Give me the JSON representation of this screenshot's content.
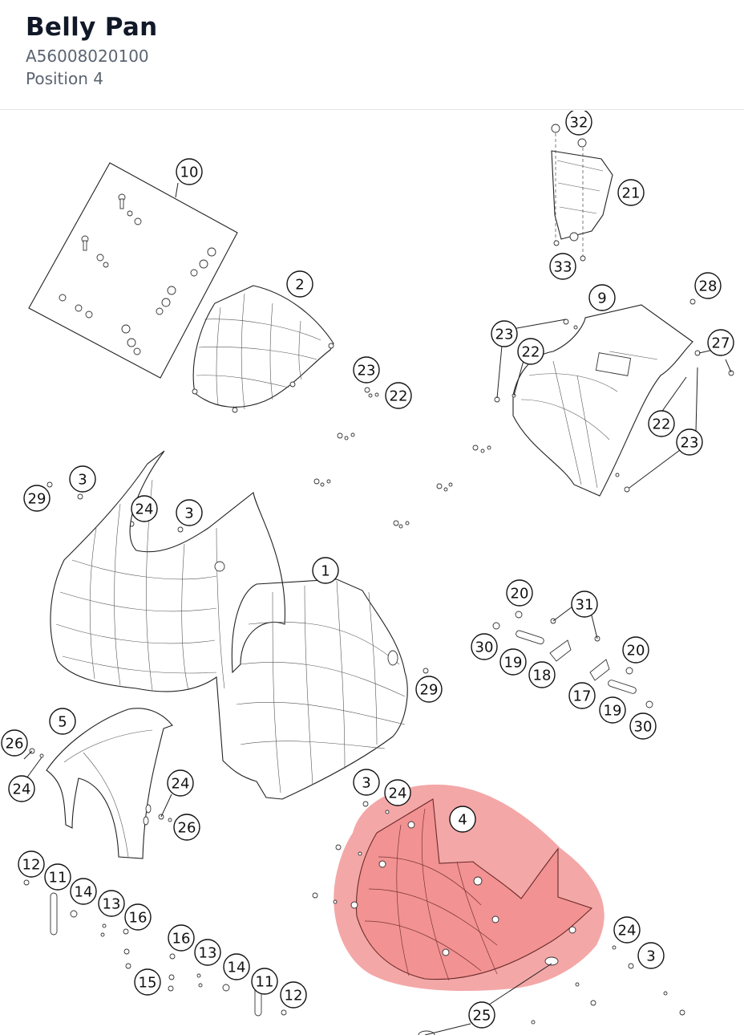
{
  "header": {
    "title": "Belly Pan",
    "part_number": "A56008020100",
    "position": "Position 4"
  },
  "diagram": {
    "highlight_color": "#f08a8a",
    "callouts": [
      "10",
      "2",
      "32",
      "21",
      "33",
      "9",
      "28",
      "27",
      "23",
      "22",
      "23",
      "22",
      "22",
      "23",
      "29",
      "3",
      "24",
      "3",
      "1",
      "20",
      "31",
      "30",
      "19",
      "18",
      "20",
      "17",
      "19",
      "30",
      "29",
      "5",
      "26",
      "24",
      "24",
      "26",
      "3",
      "24",
      "4",
      "12",
      "11",
      "14",
      "13",
      "16",
      "16",
      "13",
      "14",
      "11",
      "12",
      "15",
      "24",
      "3",
      "25"
    ]
  }
}
